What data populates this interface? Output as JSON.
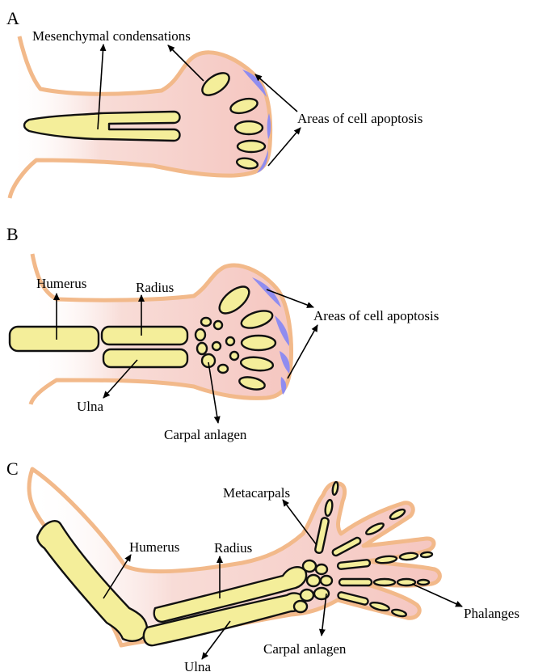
{
  "panels": [
    {
      "id": "A",
      "letter": "A",
      "labels": {
        "mesenchymal": "Mesenchymal condensations",
        "apoptosis": "Areas of cell apoptosis"
      }
    },
    {
      "id": "B",
      "letter": "B",
      "labels": {
        "humerus": "Humerus",
        "radius": "Radius",
        "ulna": "Ulna",
        "carpal": "Carpal anlagen",
        "apoptosis": "Areas of cell apoptosis"
      }
    },
    {
      "id": "C",
      "letter": "C",
      "labels": {
        "humerus": "Humerus",
        "radius": "Radius",
        "ulna": "Ulna",
        "metacarpals": "Metacarpals",
        "phalanges": "Phalanges",
        "carpal": "Carpal anlagen"
      }
    }
  ],
  "colors": {
    "skin_outline": "#f2b98a",
    "skin_fill": "#f6c9c3",
    "bone_fill": "#f4ee9a",
    "apoptosis_fill": "#8f8cf0"
  }
}
